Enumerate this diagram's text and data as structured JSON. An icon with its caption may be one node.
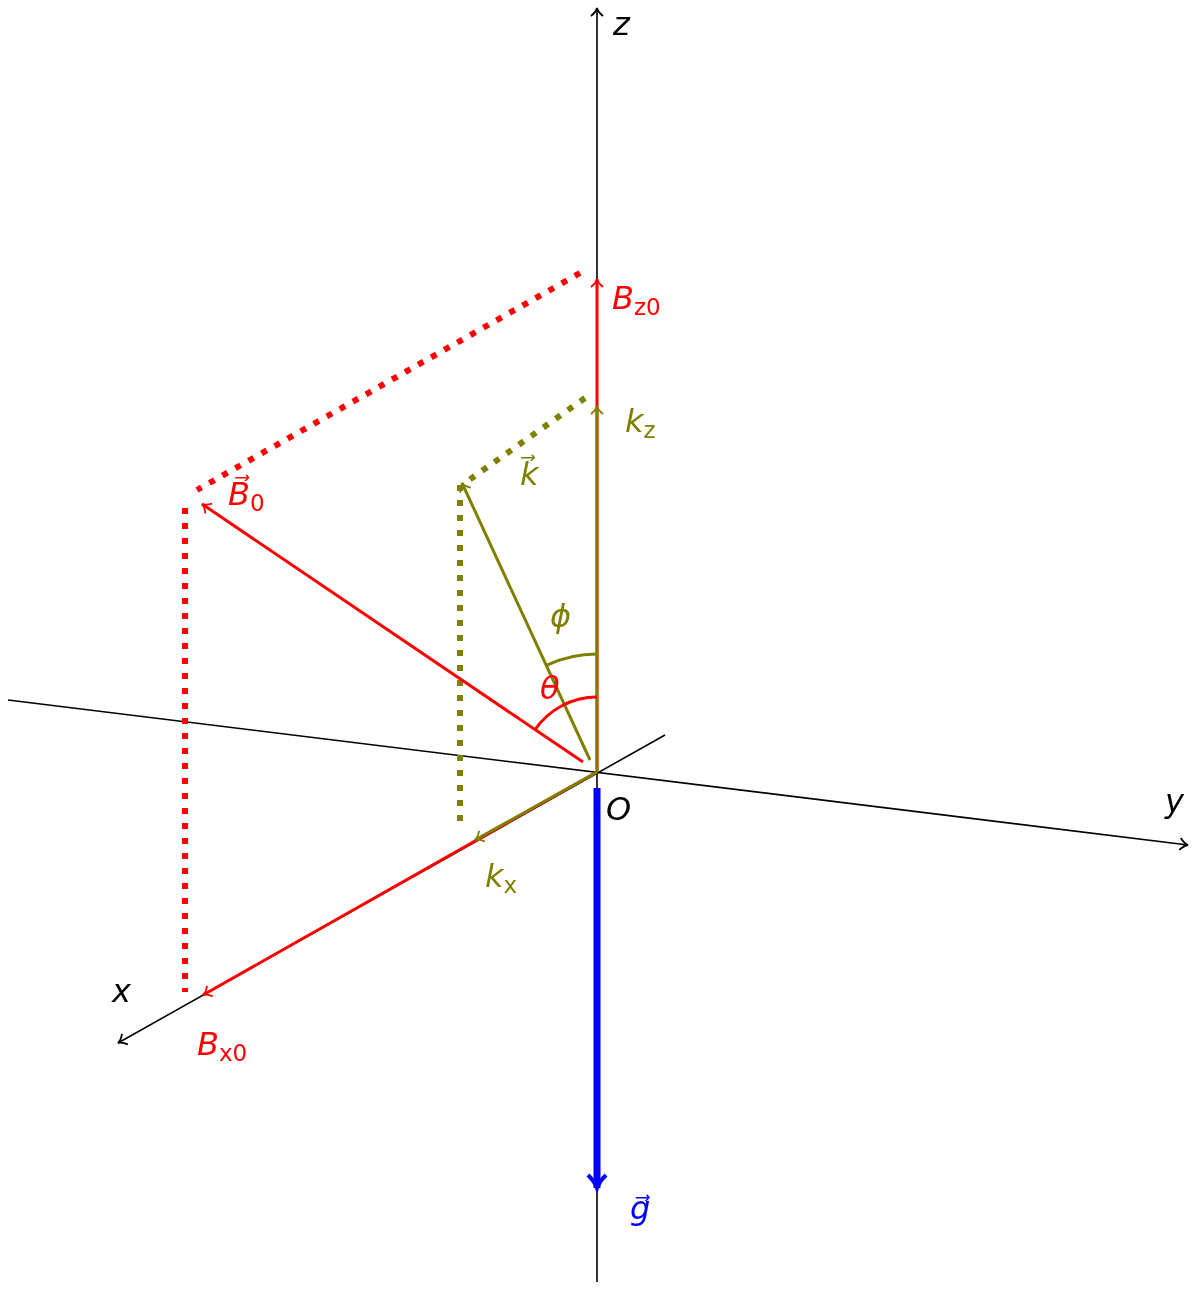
{
  "diagram": {
    "labels": [
      "z",
      "*B*$_{z0}$",
      "*k*$_{z}$",
      "*B⃗*$_{0}$",
      "*k⃗*",
      "ϕ",
      "θ",
      "O",
      "y",
      "*k*$_{x}$",
      "x",
      "*B*$_{x0}$",
      "*g⃗*"
    ]
  }
}
